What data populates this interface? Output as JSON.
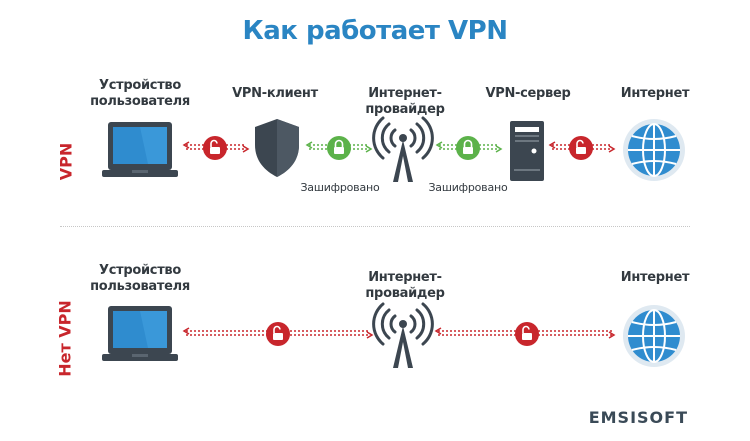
{
  "title": "Как работает VPN",
  "vpn_row": {
    "side_label": "VPN",
    "nodes": {
      "device": "Устройство\nпользователя",
      "client": "VPN-клиент",
      "isp": "Интернет-провайдер",
      "server": "VPN-сервер",
      "internet": "Интернет"
    },
    "encrypted_1": "Зашифровано",
    "encrypted_2": "Зашифровано"
  },
  "novpn_row": {
    "side_label": "Нет VPN",
    "nodes": {
      "device": "Устройство\nпользователя",
      "isp": "Интернет-провайдер",
      "internet": "Интернет"
    }
  },
  "brand": "EMSISOFT",
  "colors": {
    "title": "#2a85c3",
    "red": "#c8262c",
    "green": "#5cb24a",
    "dark": "#3c4650",
    "screen": "#2f8ccf",
    "globe": "#2f8ccf"
  },
  "icons": {
    "device": "laptop-icon",
    "client": "shield-icon",
    "isp": "antenna-icon",
    "server": "server-icon",
    "internet": "globe-icon",
    "lock_open": "unlocked-padlock-icon",
    "lock_closed": "locked-padlock-icon"
  }
}
